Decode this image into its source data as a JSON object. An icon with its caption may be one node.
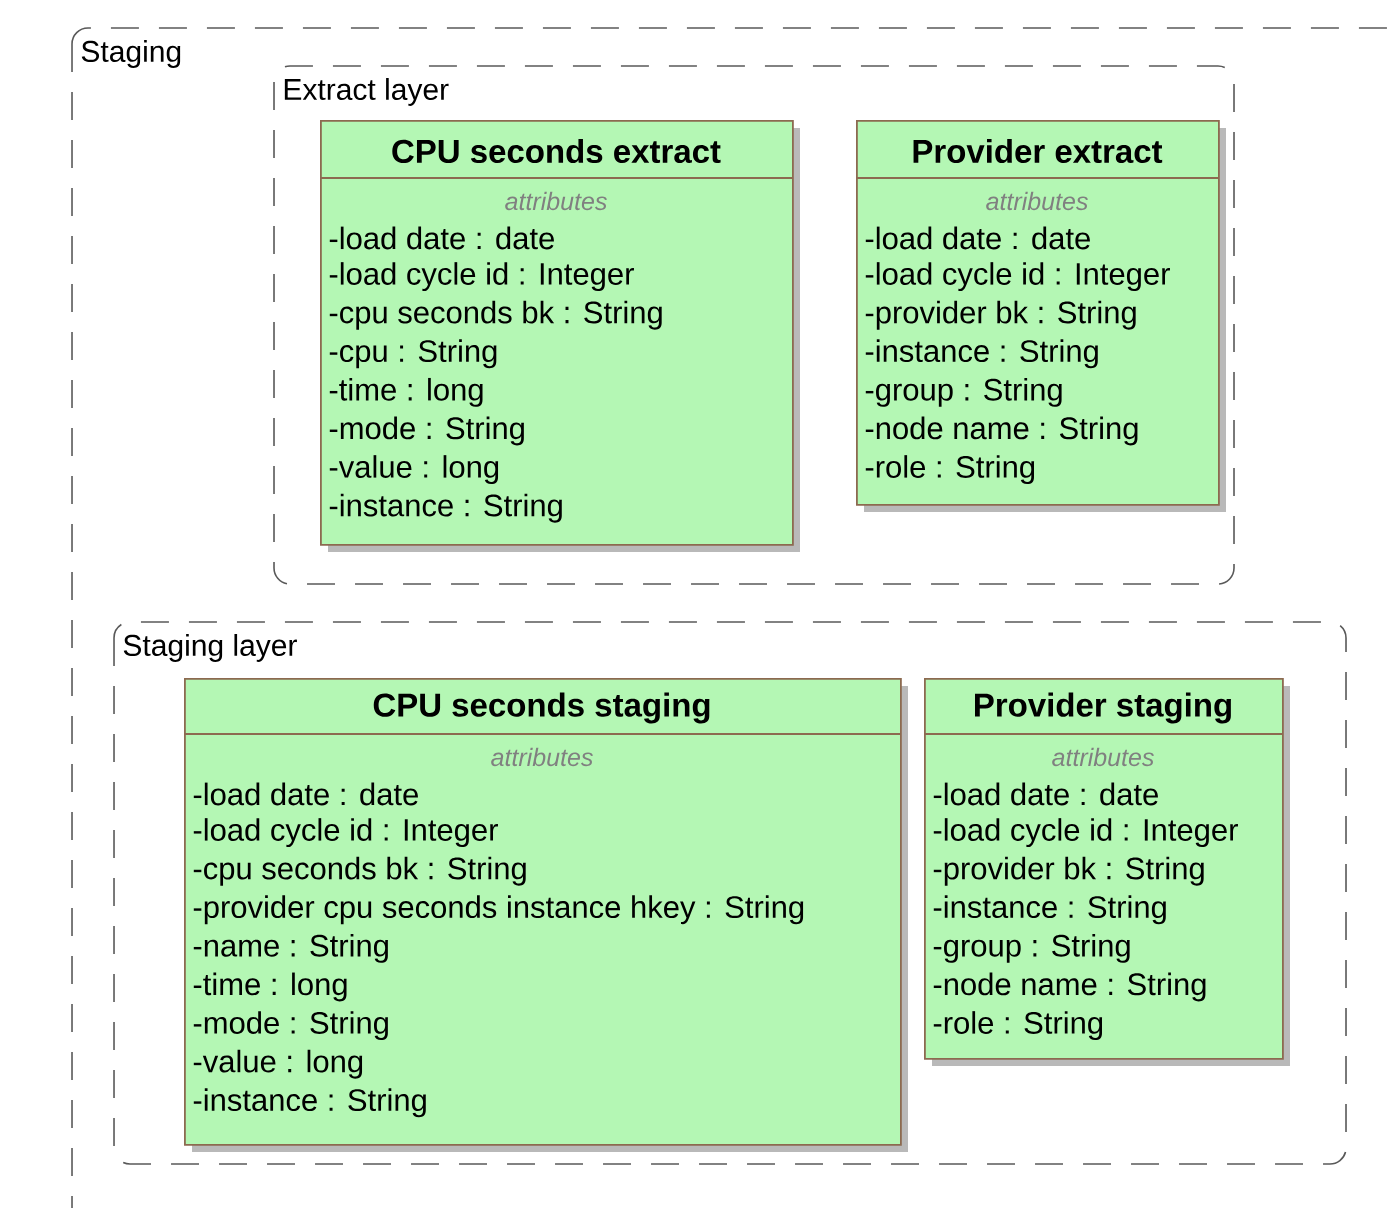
{
  "diagram": {
    "nodes": [
      {
        "text": [
          "Staging"
        ]
      },
      {
        "text": [
          "Extract layer"
        ],
        "in": 0
      },
      {
        "text": [
          "CPU seconds extract",
          "attributes",
          "-load date : date",
          "-load cycle id : Integer",
          "-cpu seconds bk : String",
          "-cpu : String",
          "-time : long",
          "-mode : String",
          "-value : long",
          "-instance : String"
        ],
        "in": 1
      },
      {
        "text": [
          "Provider extract",
          "attributes",
          "-load date : date",
          "-load cycle id : Integer",
          "-provider bk : String",
          "-instance : String",
          "-group : String",
          "-node name : String",
          "-role : String"
        ],
        "in": 1
      },
      {
        "text": [
          "Staging layer"
        ],
        "in": 0
      },
      {
        "text": [
          "CPU seconds staging",
          "attributes",
          "-load date : date",
          "-load cycle id : Integer",
          "-cpu seconds bk : String",
          "-provider cpu seconds instance hkey : String",
          "-name : String",
          "-time : long",
          "-mode : String",
          "-value : long",
          "-instance : String"
        ],
        "in": 4
      },
      {
        "text": [
          "Provider staging",
          "attributes",
          "-load date : date",
          "-load cycle id : Integer",
          "-provider bk : String",
          "-instance : String",
          "-group : String",
          "-node name : String",
          "-role : String"
        ],
        "in": 4
      }
    ]
  }
}
